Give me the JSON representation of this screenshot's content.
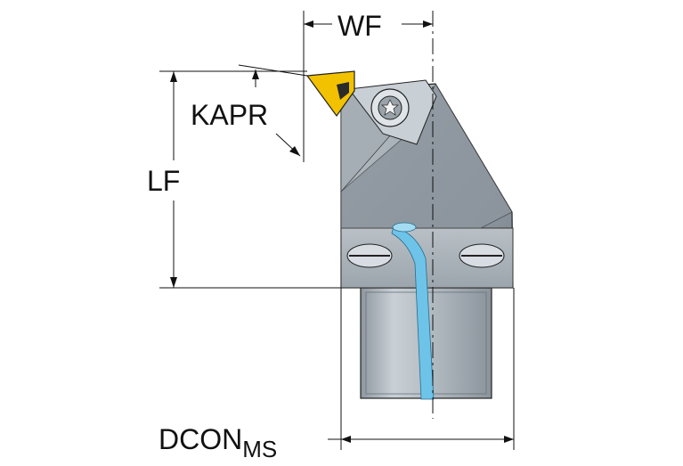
{
  "labels": {
    "wf": "WF",
    "kapr": "KAPR",
    "lf": "LF",
    "dcon_main": "DCON",
    "dcon_sub": "MS"
  },
  "colors": {
    "body_dark": "#7f8890",
    "body_light": "#b4bcc3",
    "shank": "#a9b1b8",
    "insert": "#f2c200",
    "coolant": "#6ec3e8",
    "lines": "#111111"
  }
}
